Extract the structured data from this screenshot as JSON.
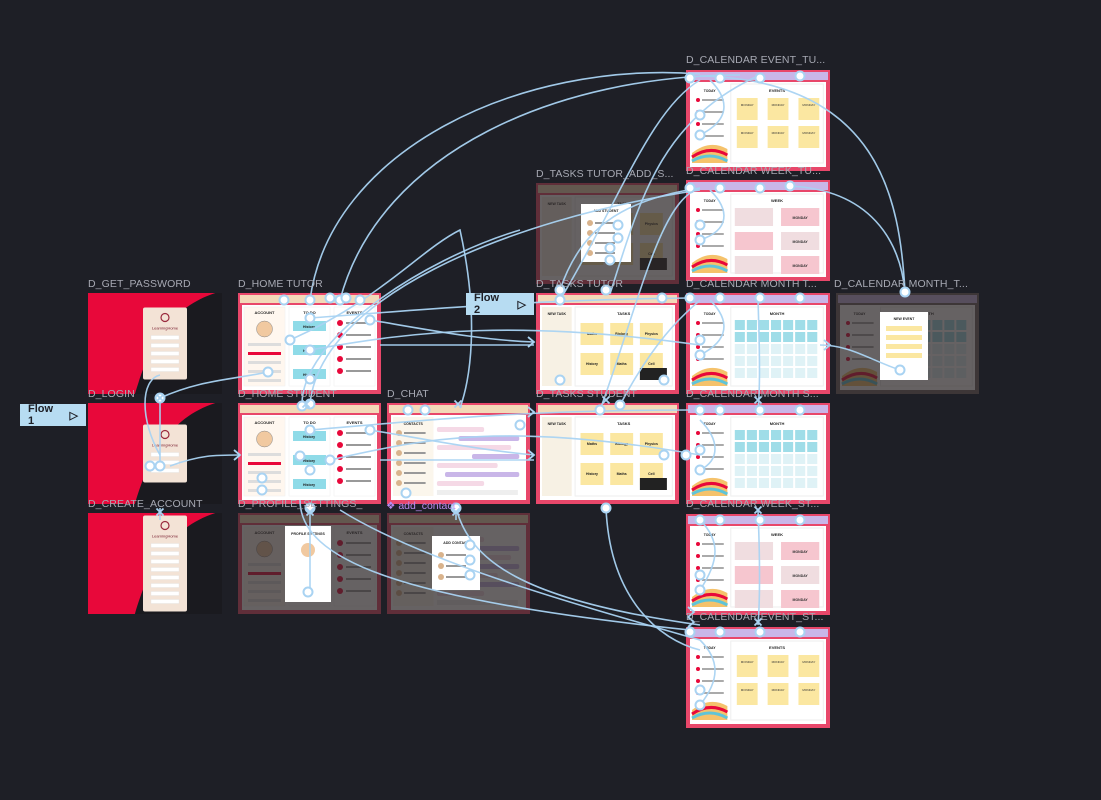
{
  "canvas": {
    "background": "#1e1f26"
  },
  "flows": [
    {
      "label": "Flow 1",
      "icon": "play-icon"
    },
    {
      "label": "Flow 2",
      "icon": "play-icon"
    }
  ],
  "component_label": "add_contact",
  "frames": {
    "get_password": "D_GET_PASSWORD",
    "login": "D_LOGIN",
    "create_account": "D_CREATE_ACCOUNT",
    "home_tutor": "D_HOME TUTOR",
    "home_student": "D_HOME STUDENT",
    "profile_settings": "D_PROFILE_SETTINGS_",
    "chat": "D_CHAT",
    "tasks_tutor_add": "D_TASKS TUTOR_ADD_S...",
    "tasks_tutor": "D_TASKS TUTOR",
    "tasks_student": "D_TASKS STUDENT",
    "calendar_event_tutor": "D_CALENDAR EVENT_TU...",
    "calendar_week_tutor": "D_CALENDAR WEEK_TU...",
    "calendar_month_tutor": "D_CALENDAR MONTH T...",
    "calendar_month_add": "D_CALENDAR MONTH_T...",
    "calendar_month_student": "D_CALENDAR MONTH S...",
    "calendar_week_student": "D_CALENDAR WEEK_ST...",
    "calendar_event_student": "D_CALENDAR EVENT_ST..."
  },
  "screen_text": {
    "app_name": "LearningHome",
    "account": "ACCOUNT",
    "to_do": "TO DO",
    "events": "EVENTS",
    "today": "TODAY",
    "week": "WEEK",
    "month": "MONTH",
    "tasks": "TASKS",
    "contacts": "CONTACTS",
    "add_student": "ADD STUDENT",
    "add_contact": "ADD CONTACT",
    "new_event": "NEW EVENT",
    "new_task": "NEW TASK",
    "profile_settings": "PROFILE SETTINGS",
    "monday": "MONDAY",
    "history": "History",
    "maths": "Maths",
    "biology": "Biology",
    "physics": "Physics",
    "cell": "Cell"
  },
  "colors": {
    "wire": "#a9d3f2",
    "brand_red": "#e8083a",
    "pink_frame": "#e8476a",
    "lavender": "#c9b6e8",
    "sticky_yellow": "#fbe7a1",
    "cyan_tag": "#8fdbe8",
    "dark_overlay": "#3a3636"
  }
}
